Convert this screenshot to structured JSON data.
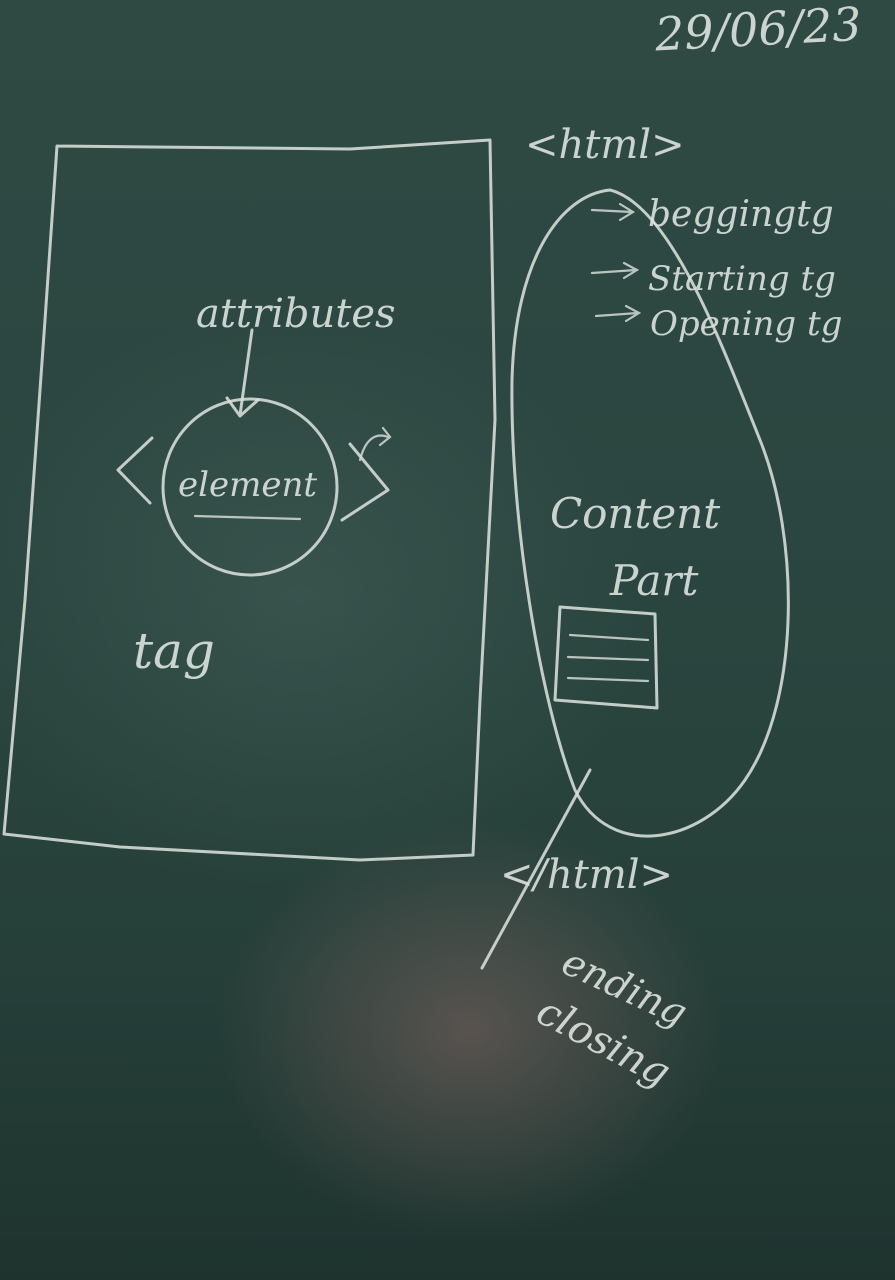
{
  "board": {
    "date": "29/06/23",
    "left_panel": {
      "attributes_label": "attributes",
      "element_label": "element",
      "tag_label": "tag"
    },
    "right_panel": {
      "open_tag": "<html>",
      "open_aliases": [
        "beggingtg",
        "Starting tg",
        "Opening tg"
      ],
      "content_label_line1": "Content",
      "content_label_line2": "Part",
      "close_tag": "</html>",
      "close_aliases": [
        "ending",
        "closing"
      ]
    }
  }
}
